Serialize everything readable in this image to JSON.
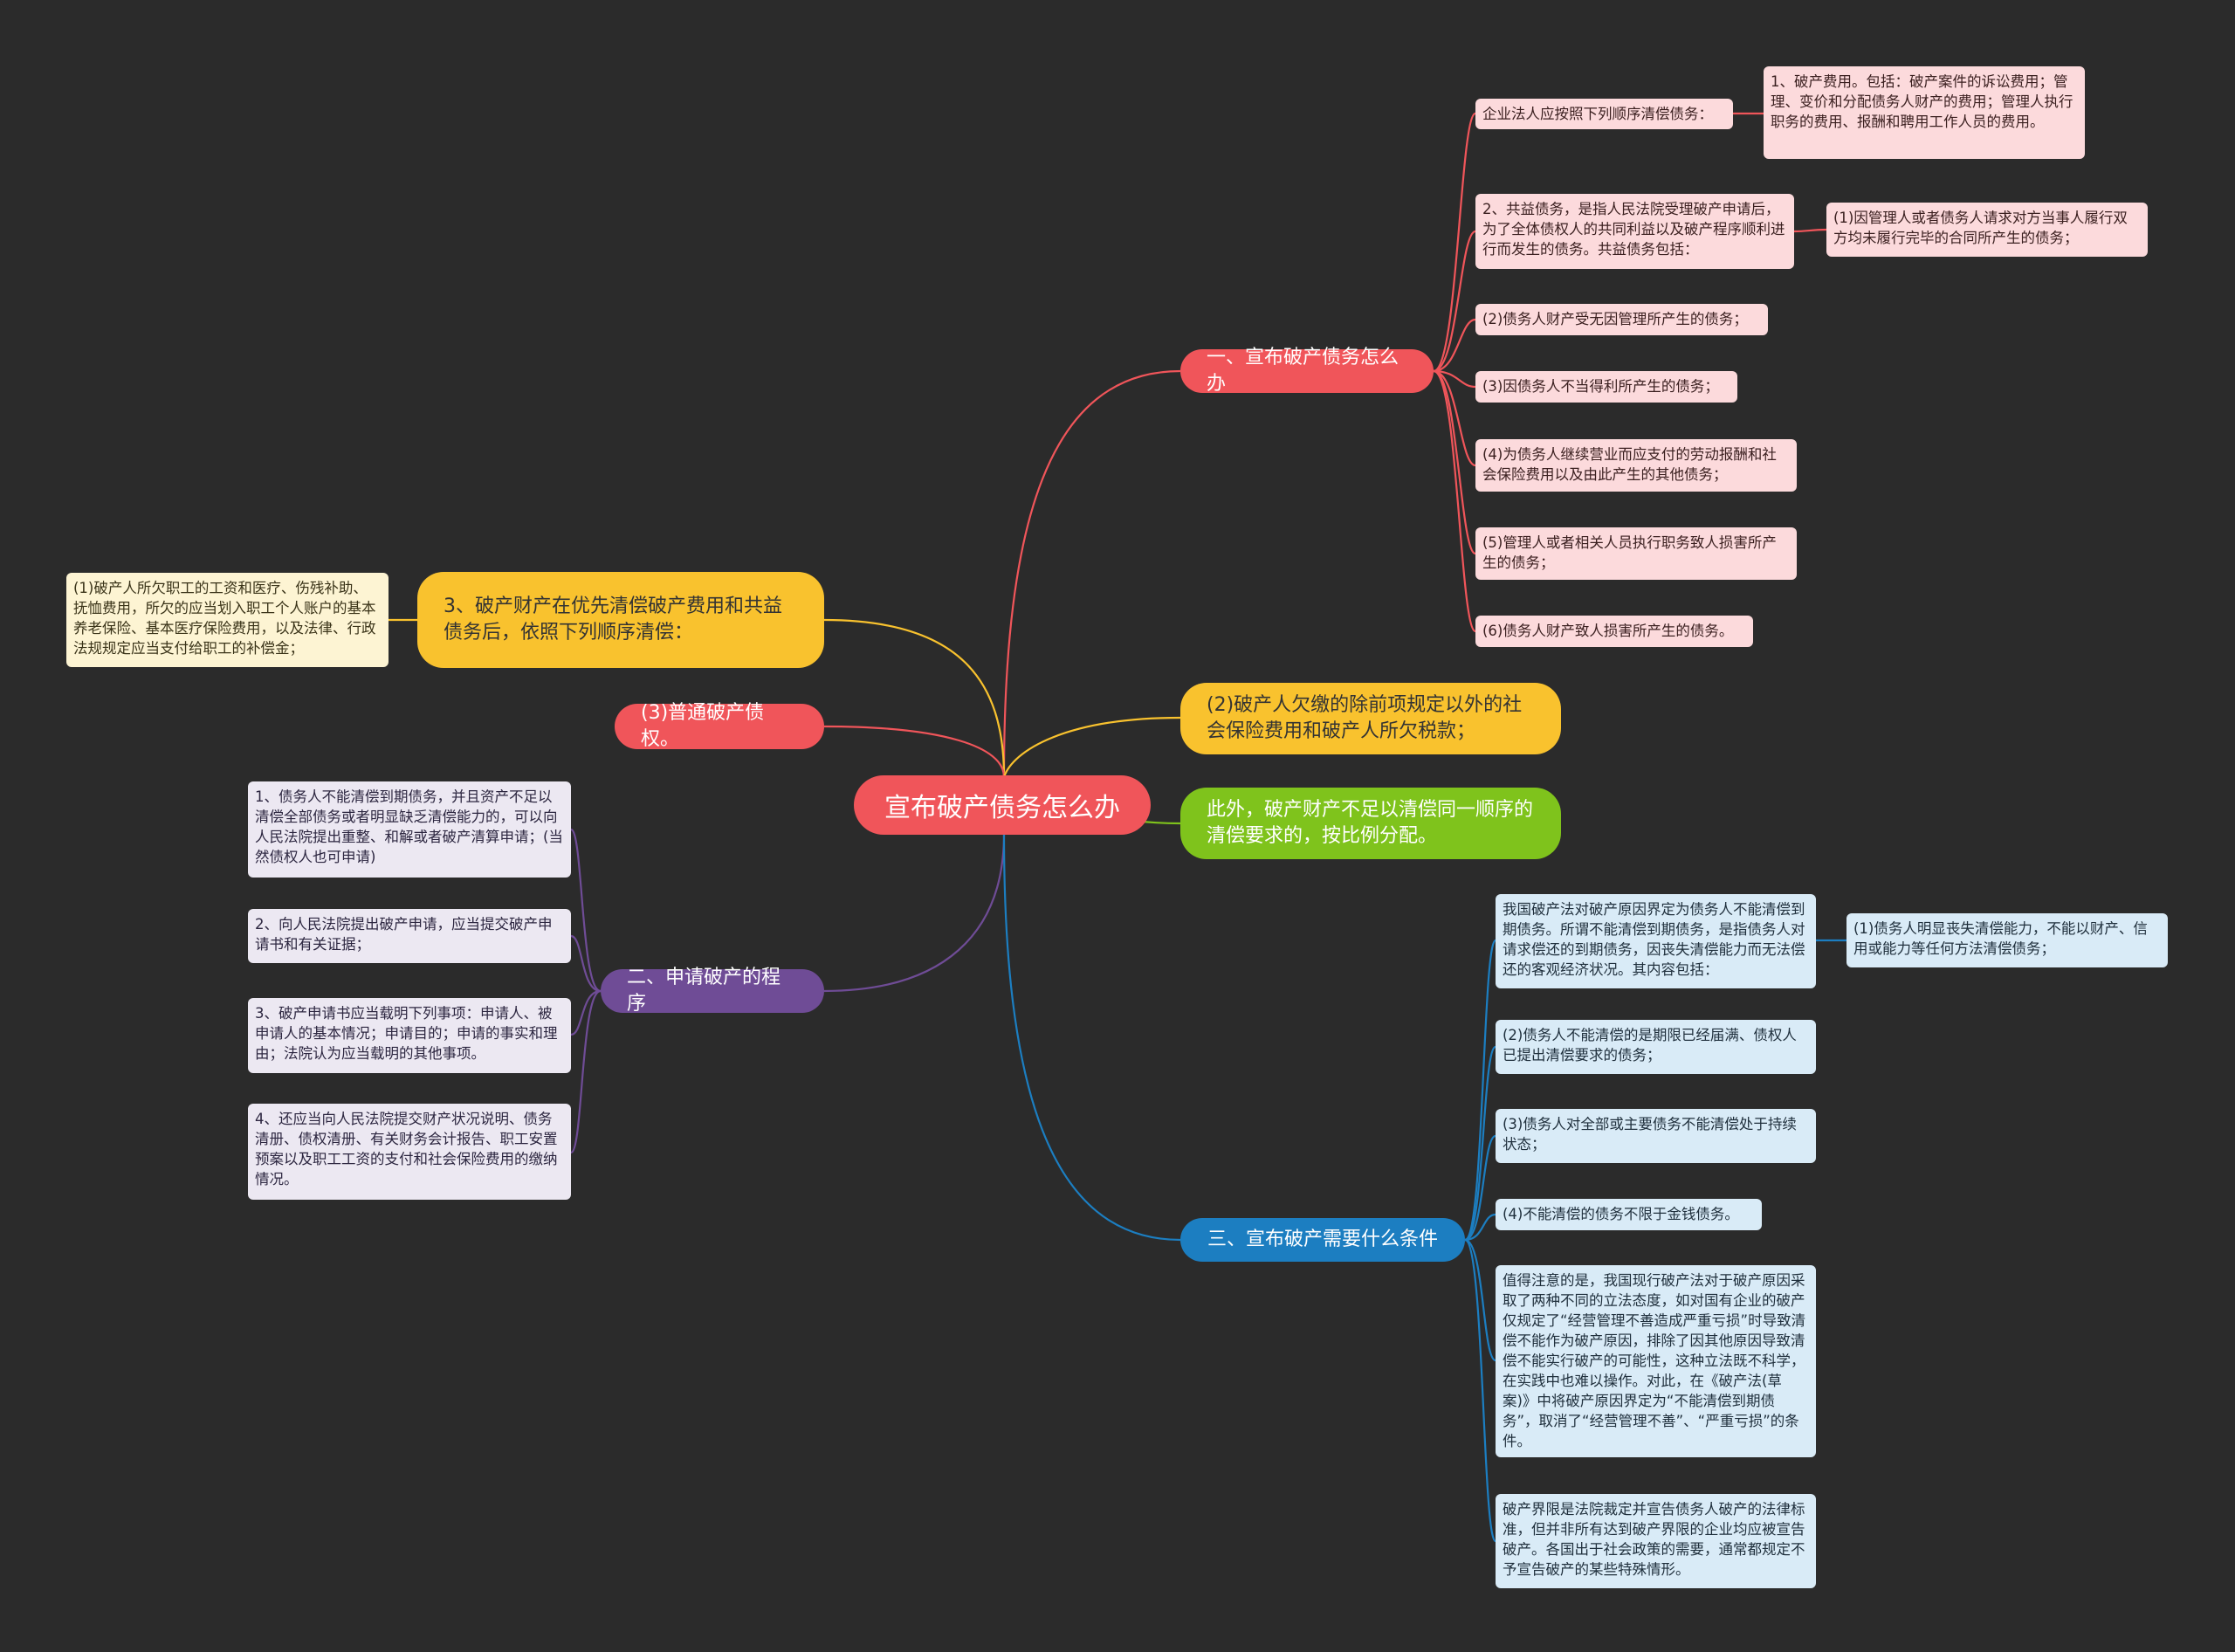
{
  "root": {
    "label": "宣布破产债务怎么办"
  },
  "colors": {
    "background": "#2b2b2b",
    "red": "#f0555a",
    "yellow": "#f9c22e",
    "purple": "#6f4c96",
    "blue": "#1c7ec1",
    "green": "#7fc31c"
  },
  "branch1": {
    "label": "一、宣布破产债务怎么办",
    "leaves": [
      "企业法人应按照下列顺序清偿债务：",
      "2、共益债务，是指人民法院受理破产申请后，为了全体债权人的共同利益以及破产程序顺利进行而发生的债务。共益债务包括：",
      "(2)债务人财产受无因管理所产生的债务；",
      "(3)因债务人不当得利所产生的债务；",
      "(4)为债务人继续营业而应支付的劳动报酬和社会保险费用以及由此产生的其他债务；",
      "(5)管理人或者相关人员执行职务致人损害所产生的债务；",
      "(6)债务人财产致人损害所产生的债务。"
    ],
    "sub": [
      "1、破产费用。包括：破产案件的诉讼费用；管理、变价和分配债务人财产的费用；管理人执行职务的费用、报酬和聘用工作人员的费用。",
      "(1)因管理人或者债务人请求对方当事人履行双方均未履行完毕的合同所产生的债务；"
    ]
  },
  "branch2": {
    "label": "3、破产财产在优先清偿破产费用和共益债务后，依照下列顺序清偿：",
    "leaf": "(1)破产人所欠职工的工资和医疗、伤残补助、抚恤费用，所欠的应当划入职工个人账户的基本养老保险、基本医疗保险费用，以及法律、行政法规规定应当支付给职工的补偿金；"
  },
  "branch3": {
    "label": "(3)普通破产债权。"
  },
  "branch4": {
    "label": "(2)破产人欠缴的除前项规定以外的社会保险费用和破产人所欠税款；"
  },
  "branch5": {
    "label": "此外，破产财产不足以清偿同一顺序的清偿要求的，按比例分配。"
  },
  "branch6": {
    "label": "二、申请破产的程序",
    "leaves": [
      "1、债务人不能清偿到期债务，并且资产不足以清偿全部债务或者明显缺乏清偿能力的，可以向人民法院提出重整、和解或者破产清算申请；(当然债权人也可申请)",
      "2、向人民法院提出破产申请，应当提交破产申请书和有关证据；",
      "3、破产申请书应当载明下列事项：申请人、被申请人的基本情况；申请目的；申请的事实和理由；法院认为应当载明的其他事项。",
      "4、还应当向人民法院提交财产状况说明、债务清册、债权清册、有关财务会计报告、职工安置预案以及职工工资的支付和社会保险费用的缴纳情况。"
    ]
  },
  "branch7": {
    "label": "三、宣布破产需要什么条件",
    "leaves": [
      "我国破产法对破产原因界定为债务人不能清偿到期债务。所谓不能清偿到期债务，是指债务人对请求偿还的到期债务，因丧失清偿能力而无法偿还的客观经济状况。其内容包括：",
      "(2)债务人不能清偿的是期限已经届满、债权人已提出清偿要求的债务；",
      "(3)债务人对全部或主要债务不能清偿处于持续状态；",
      "(4)不能清偿的债务不限于金钱债务。",
      "值得注意的是，我国现行破产法对于破产原因采取了两种不同的立法态度，如对国有企业的破产仅规定了“经营管理不善造成严重亏损”时导致清偿不能作为破产原因，排除了因其他原因导致清偿不能实行破产的可能性，这种立法既不科学，在实践中也难以操作。对此，在《破产法(草案)》中将破产原因界定为“不能清偿到期债务”，取消了“经营管理不善”、“严重亏损”的条件。",
      "破产界限是法院裁定并宣告债务人破产的法律标准，但并非所有达到破产界限的企业均应被宣告破产。各国出于社会政策的需要，通常都规定不予宣告破产的某些特殊情形。"
    ],
    "sub": "(1)债务人明显丧失清偿能力，不能以财产、信用或能力等任何方法清偿债务；"
  }
}
